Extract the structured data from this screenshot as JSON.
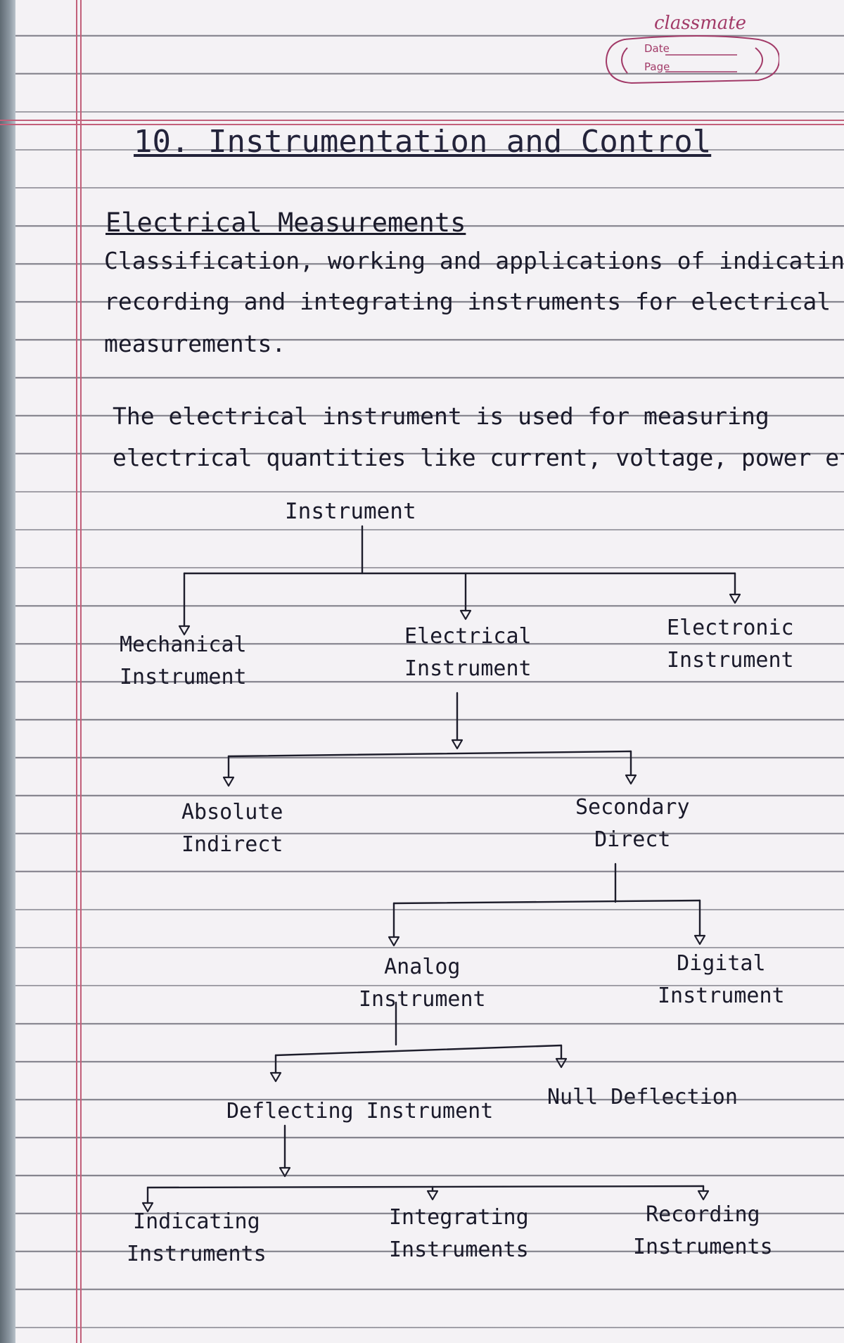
{
  "header": {
    "brand": "classmate",
    "date_label": "Date",
    "page_label": "Page"
  },
  "title": "10. Instrumentation and Control",
  "section": {
    "heading": "Electrical Measurements",
    "syllabus_lines": [
      "Classification, working and applications of indicating,",
      "recording and integrating instruments for electrical",
      "measurements."
    ],
    "intro_lines": [
      "The electrical instrument is used for measuring",
      "electrical quantities like current, voltage, power etc."
    ]
  },
  "tree": {
    "root": "Instrument",
    "level1": [
      {
        "line1": "Mechanical",
        "line2": "Instrument"
      },
      {
        "line1": "Electrical",
        "line2": "Instrument"
      },
      {
        "line1": "Electronic",
        "line2": "Instrument"
      }
    ],
    "level2": [
      {
        "line1": "Absolute",
        "line2": "Indirect"
      },
      {
        "line1": "Secondary",
        "line2": "Direct"
      }
    ],
    "level3": [
      {
        "line1": "Analog",
        "line2": "Instrument"
      },
      {
        "line1": "Digital",
        "line2": "Instrument"
      }
    ],
    "level4": [
      "Deflecting Instrument",
      "Null Deflection"
    ],
    "level5": [
      {
        "line1": "Indicating",
        "line2": "Instruments"
      },
      {
        "line1": "Integrating",
        "line2": "Instruments"
      },
      {
        "line1": "Recording",
        "line2": "Instruments"
      }
    ]
  },
  "colors": {
    "ink": "#1a1a2a",
    "margin_pink": "#c2607a",
    "brand_magenta": "#a23a68",
    "paper": "#f4f2f5"
  }
}
